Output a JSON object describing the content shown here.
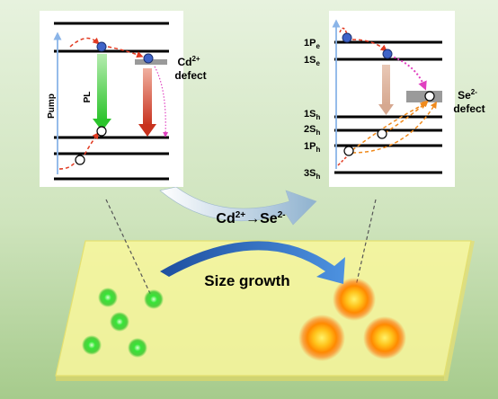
{
  "left_panel": {
    "pump_label": "Pump",
    "pl_label": "PL",
    "defect_label_line1": "Cd",
    "defect_label_sup": "2+",
    "defect_label_line2": "defect"
  },
  "right_panel": {
    "levels": [
      {
        "main": "1P",
        "sub": "e"
      },
      {
        "main": "1S",
        "sub": "e"
      },
      {
        "main": "1S",
        "sub": "h"
      },
      {
        "main": "2S",
        "sub": "h"
      },
      {
        "main": "1P",
        "sub": "h"
      },
      {
        "main": "3S",
        "sub": "h"
      }
    ],
    "defect_label_line1": "Se",
    "defect_label_sup": "2-",
    "defect_label_line2": "defect"
  },
  "transition": {
    "from": "Cd",
    "from_sup": "2+",
    "arrow": "→",
    "to": "Se",
    "to_sup": "2-"
  },
  "growth_label": "Size growth",
  "colors": {
    "background_top": "#e6f1dc",
    "background_bottom": "#a7cc8d",
    "substrate": "#f7f59a",
    "small_dot": "#2de02d",
    "large_dot": "#ff9a00",
    "electron": "#3f63c8",
    "pump_arrow": "#8ab4e8",
    "pl_arrow": "#3cc23c",
    "defect_arrow": "#c0392b",
    "relax_arrow": "#e74c3c",
    "hole_arrow": "#f08a1c",
    "magenta_arrow": "#e040c0",
    "curve_arrow": "#2e6fc8"
  }
}
